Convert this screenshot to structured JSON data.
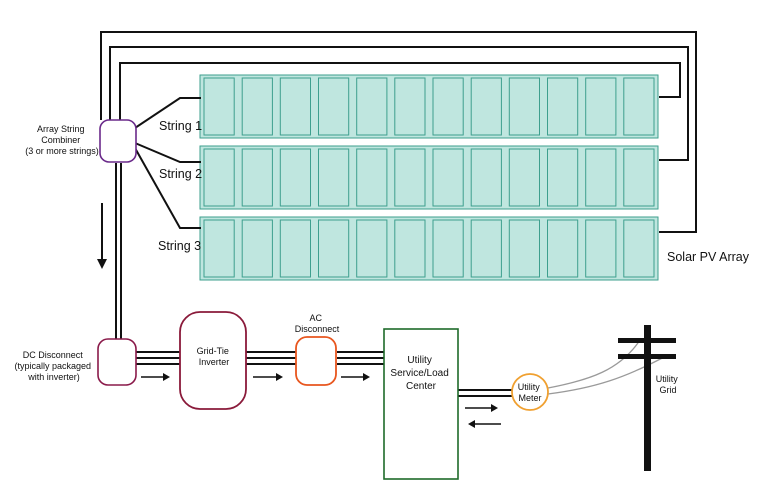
{
  "labels": {
    "combiner": [
      "Array String",
      "Combiner",
      "(3 or more strings)"
    ],
    "strings": [
      "String 1",
      "String 2",
      "String 3"
    ],
    "array": "Solar PV Array",
    "dc_disconnect": [
      "DC Disconnect",
      "(typically packaged",
      "with inverter)"
    ],
    "inverter": [
      "Grid-Tie",
      "Inverter"
    ],
    "ac_disconnect": [
      "AC",
      "Disconnect"
    ],
    "load_center": [
      "Utility",
      "Service/Load",
      "Center"
    ],
    "meter": [
      "Utility",
      "Meter"
    ],
    "grid": [
      "Utility",
      "Grid"
    ]
  },
  "array": {
    "rows": 3,
    "panels_per_row": 12
  },
  "colors": {
    "panel_fill": "#bfe6df",
    "panel_stroke": "#3e9f8e",
    "combiner": "#6a2a8a",
    "dc_disconnect": "#8a1a4a",
    "inverter": "#8a1a3a",
    "ac_disconnect": "#e8561e",
    "load_center": "#1e6b2a",
    "meter": "#f0a030",
    "wire": "#111111",
    "grid_line": "#9a9a9a"
  }
}
